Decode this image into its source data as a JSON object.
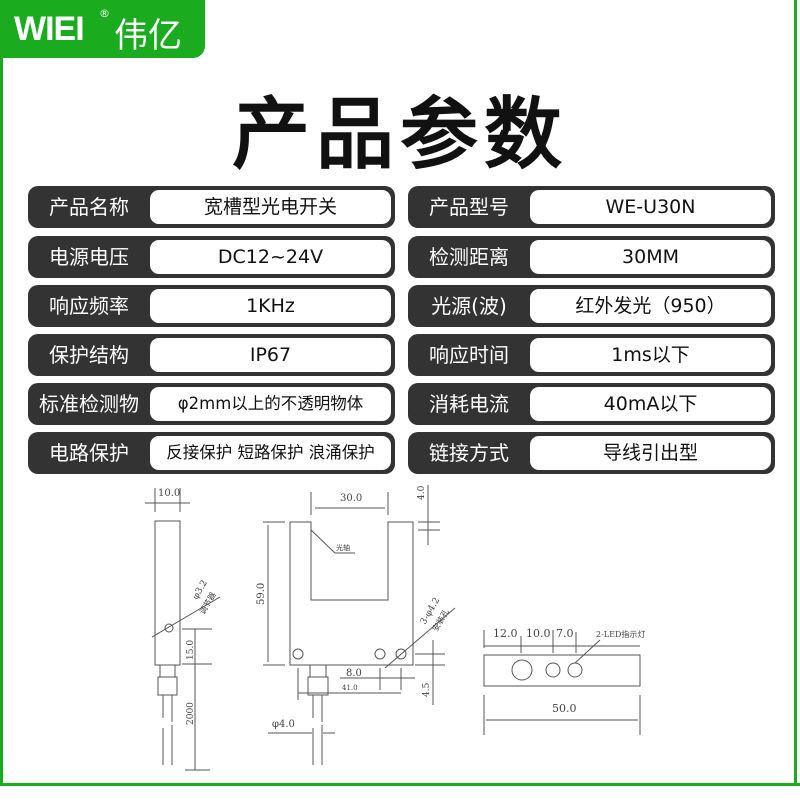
{
  "brand": {
    "logo_text": "WIEI",
    "registered": "®",
    "cn_name": "伟亿",
    "color": "#1aab1e"
  },
  "title": "产品参数",
  "specs_left": [
    {
      "label": "产品名称",
      "value": "宽槽型光电开关"
    },
    {
      "label": "电源电压",
      "value": "DC12~24V"
    },
    {
      "label": "响应频率",
      "value": "1KHz"
    },
    {
      "label": "保护结构",
      "value": "IP67"
    },
    {
      "label": "标准检测物",
      "value": "φ2mm以上的不透明物体"
    },
    {
      "label": "电路保护",
      "value": "反接保护 短路保护 浪涌保护"
    }
  ],
  "specs_right": [
    {
      "label": "产品型号",
      "value": "WE-U30N"
    },
    {
      "label": "检测距离",
      "value": "30MM"
    },
    {
      "label": "光源(波)",
      "value": "红外发光（950）"
    },
    {
      "label": "响应时间",
      "value": "1ms以下"
    },
    {
      "label": "消耗电流",
      "value": "40mA以下"
    },
    {
      "label": "链接方式",
      "value": "导线引出型"
    }
  ],
  "drawing": {
    "side_width": "10.0",
    "adjuster_dia": "φ3.2",
    "adjuster_label": "调节器",
    "adjuster_offset": "15.0",
    "cable_length": "2000",
    "slot_width": "30.0",
    "slot_top": "4.0",
    "optical_axis": "光轴",
    "height": "59.0",
    "mount_holes": "3-φ4.2",
    "mount_label": "安装孔",
    "hole_spacing": "8.0",
    "hole_span": "41.0",
    "hole_offset": "4.5",
    "cable_dia": "φ4.0",
    "top_d1": "12.0",
    "top_d2": "10.0",
    "top_d3": "7.0",
    "led_label": "2-LED指示灯",
    "top_length": "50.0"
  }
}
